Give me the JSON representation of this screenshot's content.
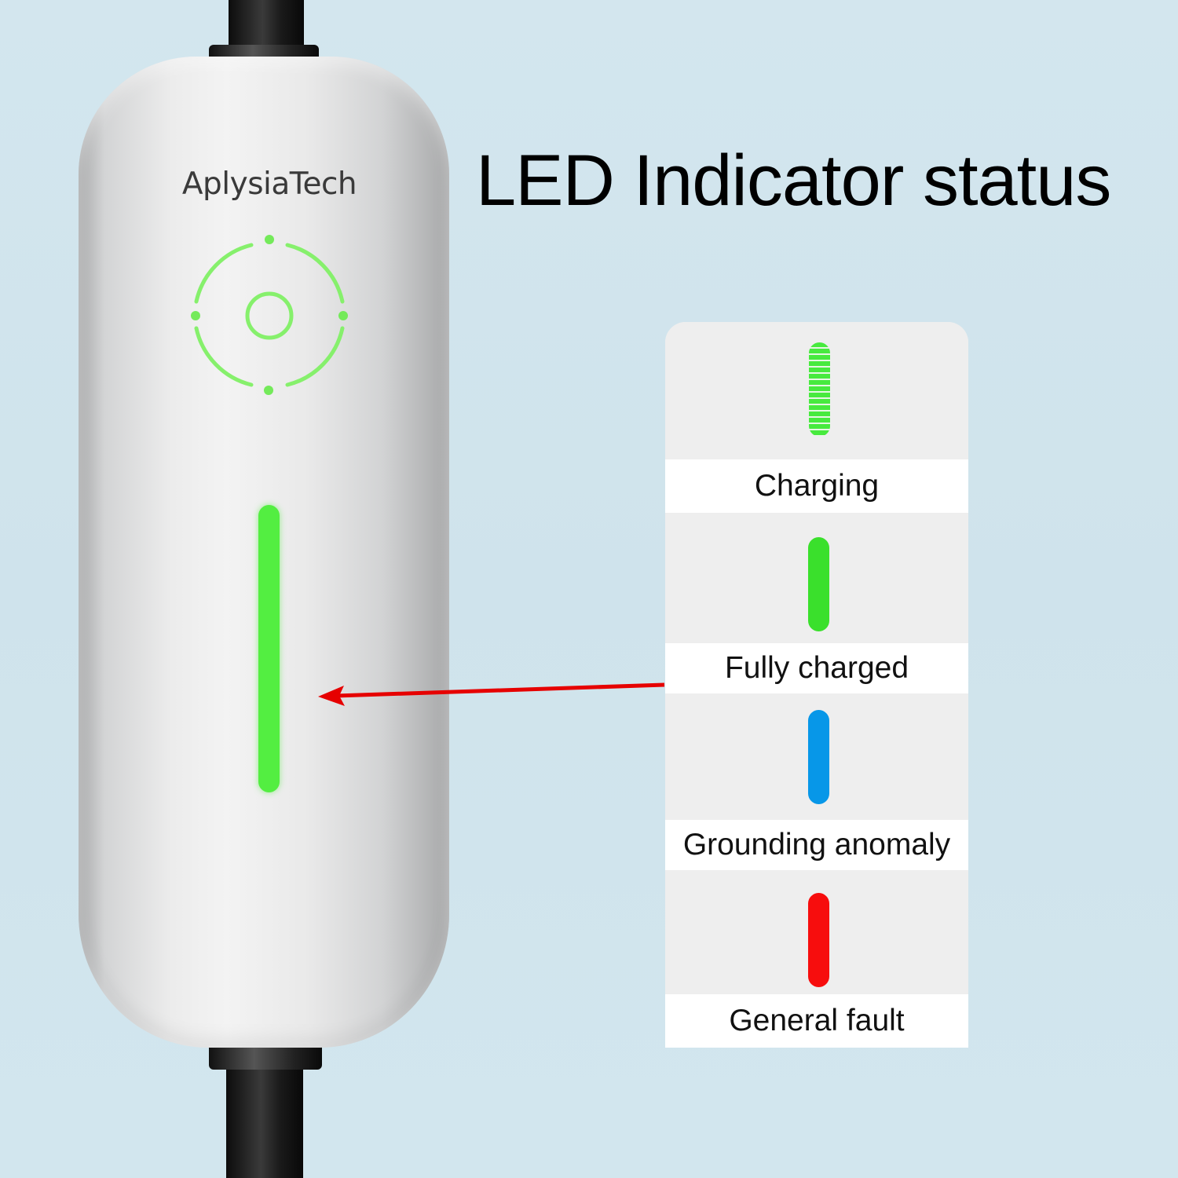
{
  "title": "LED Indicator status",
  "device": {
    "brand": "AplysiaTech",
    "led_color": "#53ee41"
  },
  "legend": [
    {
      "label": "Charging",
      "led_color": "#47ea3e",
      "pattern": "segmented"
    },
    {
      "label": "Fully charged",
      "led_color": "#3ae02c",
      "pattern": "solid"
    },
    {
      "label": "Grounding anomaly",
      "led_color": "#0797e8",
      "pattern": "solid"
    },
    {
      "label": "General fault",
      "led_color": "#f70d0d",
      "pattern": "solid"
    }
  ],
  "colors": {
    "background": "#d0e4ec",
    "arrow": "#e60000",
    "ring": "#86f06c"
  },
  "icons": [
    "charging-status-ring-icon",
    "segmented-green-led-icon",
    "solid-green-led-icon",
    "blue-led-icon",
    "red-led-icon"
  ]
}
